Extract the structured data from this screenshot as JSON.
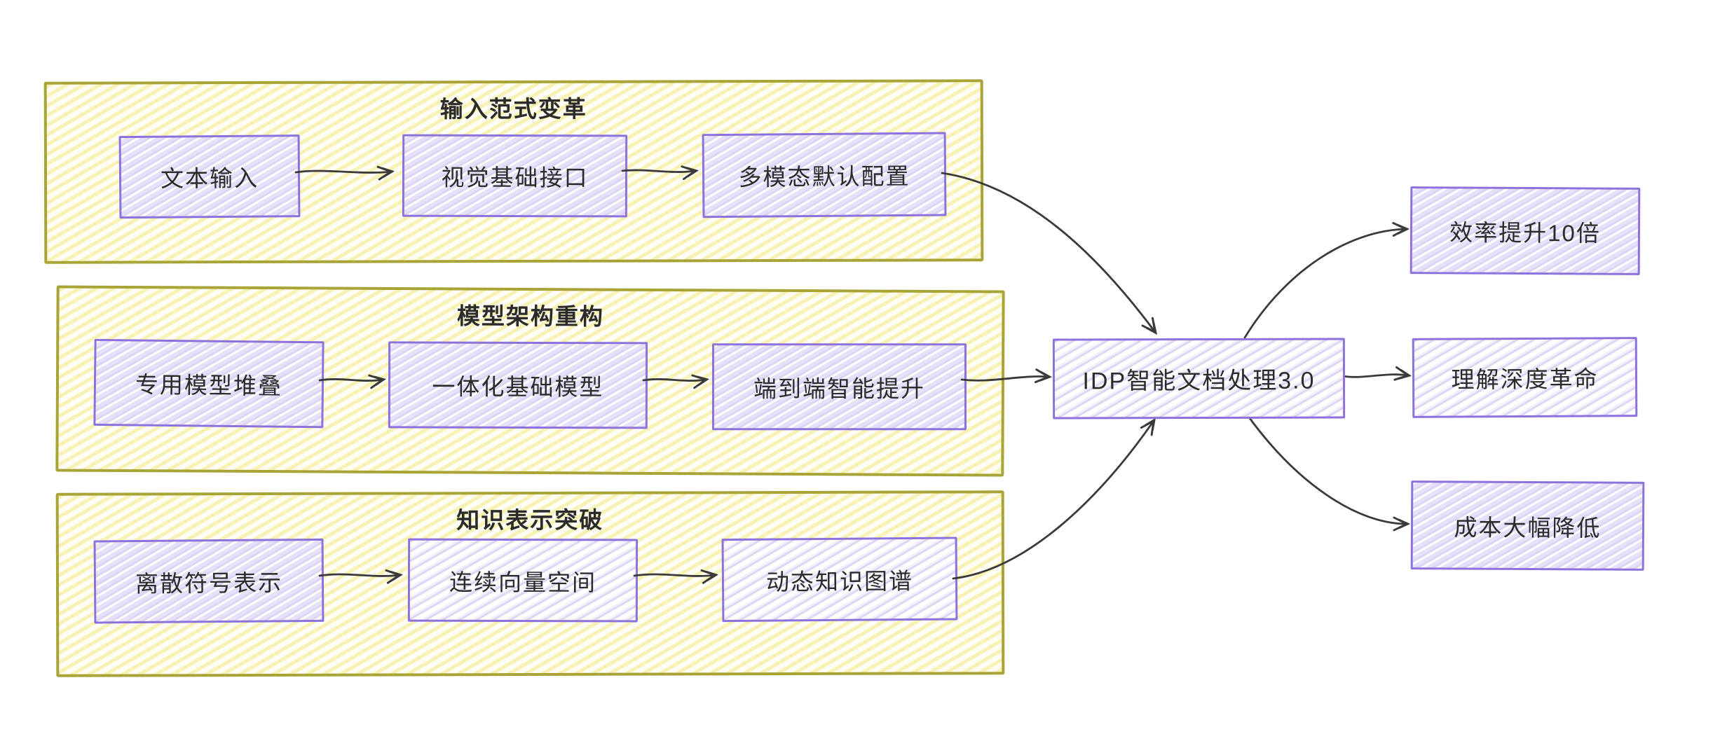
{
  "diagram": {
    "groups": [
      {
        "title": "输入范式变革",
        "nodes": [
          "文本输入",
          "视觉基础接口",
          "多模态默认配置"
        ]
      },
      {
        "title": "模型架构重构",
        "nodes": [
          "专用模型堆叠",
          "一体化基础模型",
          "端到端智能提升"
        ]
      },
      {
        "title": "知识表示突破",
        "nodes": [
          "离散符号表示",
          "连续向量空间",
          "动态知识图谱"
        ]
      }
    ],
    "center": {
      "label": "IDP智能文档处理3.0"
    },
    "outcomes": [
      "效率提升10倍",
      "理解深度革命",
      "成本大幅降低"
    ],
    "colors": {
      "group_border": "#a8a437",
      "group_hatch": "#f8f3b5",
      "node_border": "#8d72dd",
      "node_fill": "#e6e1f8",
      "node_hatch_light": "#ddd6f5",
      "arrow": "#3a3a3a",
      "text": "#2b2b2b",
      "background": "#ffffff"
    }
  }
}
